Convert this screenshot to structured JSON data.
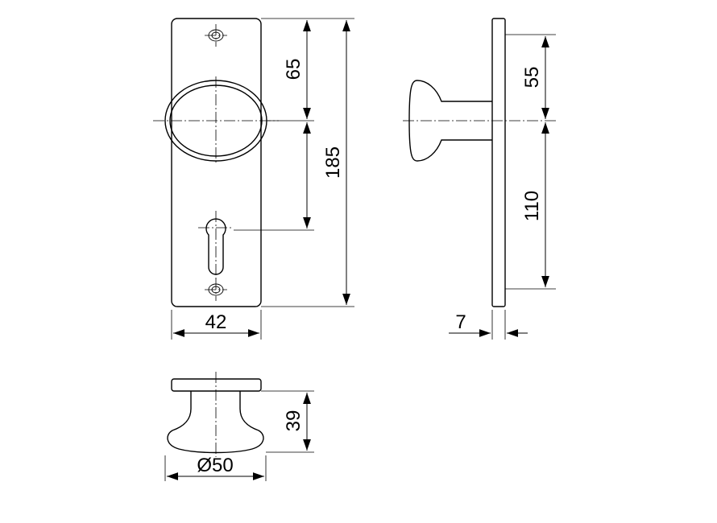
{
  "dimensions": {
    "handle_spacing": "65",
    "plate_height": "185",
    "plate_width": "42",
    "knob_to_top_hole": "55",
    "knob_to_bottom": "110",
    "plate_thickness": "7",
    "knob_projection": "39",
    "knob_diameter": "Ø50"
  }
}
